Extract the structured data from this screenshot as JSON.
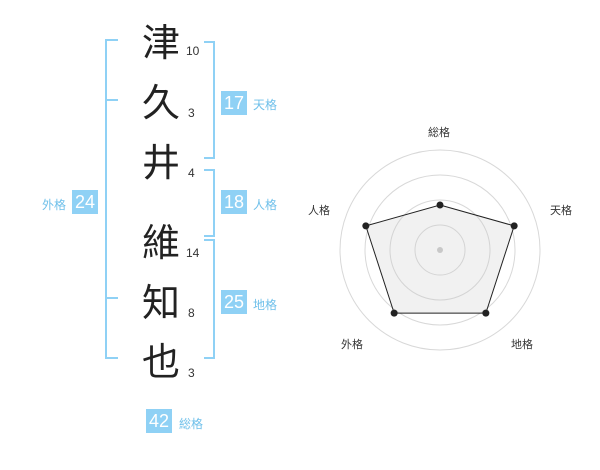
{
  "name": {
    "chars": [
      {
        "char": "津",
        "strokes": "10"
      },
      {
        "char": "久",
        "strokes": "3"
      },
      {
        "char": "井",
        "strokes": "4"
      },
      {
        "char": "維",
        "strokes": "14"
      },
      {
        "char": "知",
        "strokes": "8"
      },
      {
        "char": "也",
        "strokes": "3"
      }
    ]
  },
  "kaku": {
    "tenkaku": {
      "value": "17",
      "label": "天格"
    },
    "jinkaku": {
      "value": "18",
      "label": "人格"
    },
    "chikaku": {
      "value": "25",
      "label": "地格"
    },
    "gaikaku": {
      "value": "24",
      "label": "外格"
    },
    "soukaku": {
      "value": "42",
      "label": "総格"
    }
  },
  "colors": {
    "accent": "#8fd1f5",
    "accent_text": "#6fc0ea"
  },
  "chart_data": {
    "type": "radar",
    "axes": [
      "総格",
      "天格",
      "地格",
      "外格",
      "人格"
    ],
    "values": [
      0.45,
      0.78,
      0.78,
      0.78,
      0.78
    ],
    "rings": 4,
    "grid": true
  }
}
